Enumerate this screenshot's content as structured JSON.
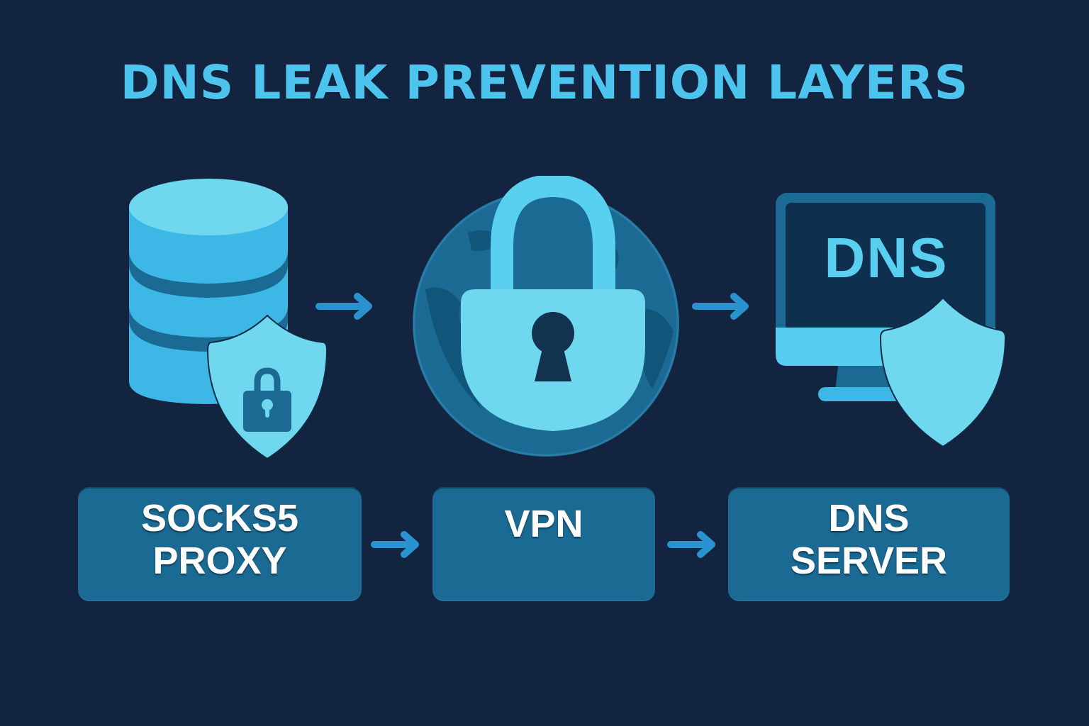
{
  "title": "DNS LEAK PREVENTION LAYERS",
  "icons": {
    "database": "database-icon",
    "shield_lock": "shield-lock-icon",
    "globe_padlock": "globe-padlock-icon",
    "monitor": "monitor-icon",
    "monitor_screen_text": "DNS",
    "shield": "shield-icon",
    "arrow": "arrow-right-icon"
  },
  "layers": [
    {
      "line1": "SOCKS5",
      "line2": "PROXY"
    },
    {
      "line1": "VPN",
      "line2": ""
    },
    {
      "line1": "DNS",
      "line2": "SERVER"
    }
  ],
  "colors": {
    "background": "#12243f",
    "title": "#4cc4ee",
    "box": "#1b6a93",
    "icon_light": "#6fd8ee",
    "icon_mid": "#3db8e6",
    "icon_dark": "#1b6a93",
    "arrow": "#2a93cf"
  }
}
